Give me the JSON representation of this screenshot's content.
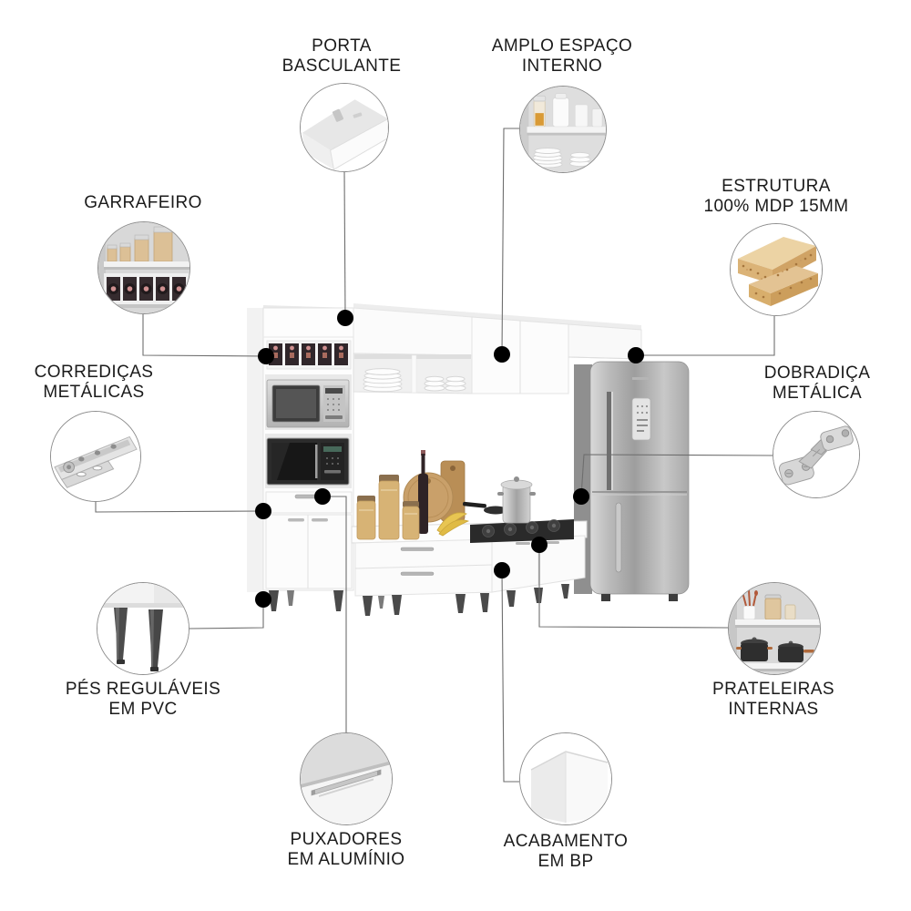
{
  "features": [
    {
      "id": "porta-basculante",
      "line1": "PORTA",
      "line2": "BASCULANTE",
      "icon": "flap-door"
    },
    {
      "id": "amplo-espaco-interno",
      "line1": "AMPLO ESPAÇO",
      "line2": "INTERNO",
      "icon": "shelf-with-dishes"
    },
    {
      "id": "garrafeiro",
      "line1": "GARRAFEIRO",
      "line2": "",
      "icon": "bottle-rack"
    },
    {
      "id": "estrutura-mdp",
      "line1": "ESTRUTURA",
      "line2": "100% MDP 15MM",
      "icon": "mdp-board"
    },
    {
      "id": "corredicas-metalicas",
      "line1": "CORREDIÇAS",
      "line2": "METÁLICAS",
      "icon": "drawer-slide"
    },
    {
      "id": "dobradica-metalica",
      "line1": "DOBRADIÇA",
      "line2": "METÁLICA",
      "icon": "metal-hinge"
    },
    {
      "id": "pes-regulaveis",
      "line1": "PÉS REGULÁVEIS",
      "line2": "EM PVC",
      "icon": "pvc-feet"
    },
    {
      "id": "prateleiras-internas",
      "line1": "PRATELEIRAS",
      "line2": "INTERNAS",
      "icon": "internal-shelves"
    },
    {
      "id": "puxadores-aluminio",
      "line1": "PUXADORES",
      "line2": "EM ALUMÍNIO",
      "icon": "aluminum-handle"
    },
    {
      "id": "acabamento-bp",
      "line1": "ACABAMENTO",
      "line2": "EM BP",
      "icon": "bp-finish"
    }
  ],
  "colors": {
    "background": "#ffffff",
    "callout_line": "#6e6e6e",
    "callout_dot": "#000000",
    "label_text": "#1b1b1b",
    "circle_border": "#8d8d8d",
    "wood_mdp": "#dbb377",
    "stainless": "#b0b0b0"
  }
}
